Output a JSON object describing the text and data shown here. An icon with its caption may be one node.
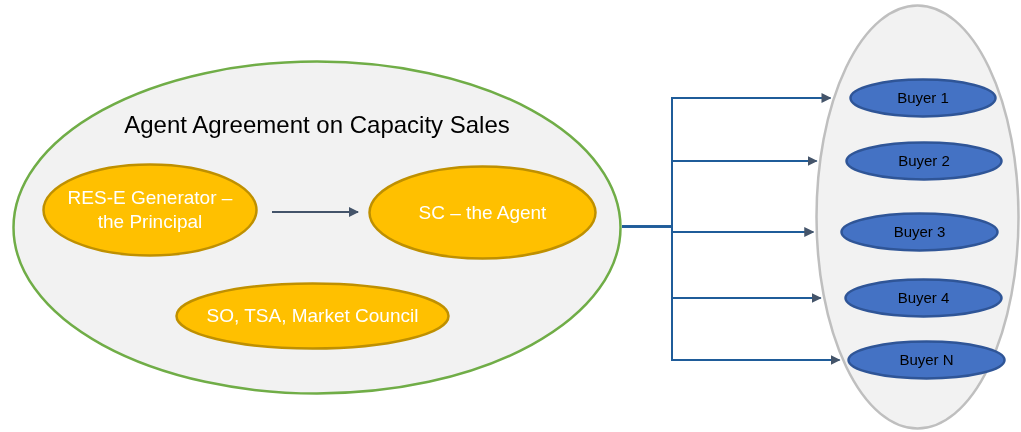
{
  "diagram": {
    "nodes": [
      {
        "text": [
          "Agent Agreement on Capacity Sales"
        ]
      },
      {
        "text": [
          "RES-E Generator – the Principal"
        ],
        "in": 0
      },
      {
        "text": [
          "SC – the Agent"
        ],
        "in": 0
      },
      {
        "text": [
          "SO, TSA, Market Council"
        ],
        "in": 0
      },
      {
        "text": [],
        "shape": "ellipse"
      },
      {
        "text": [
          "Buyer 1"
        ],
        "in": 4
      },
      {
        "text": [
          "Buyer 2"
        ],
        "in": 4
      },
      {
        "text": [
          "Buyer 3"
        ],
        "in": 4
      },
      {
        "text": [
          "Buyer 4"
        ],
        "in": 4
      },
      {
        "text": [
          "Buyer N"
        ],
        "in": 4
      }
    ],
    "edges": [
      {
        "from": 1,
        "to": 2,
        "arrow": "to"
      },
      {
        "from": 0,
        "to": 5,
        "arrow": "to"
      },
      {
        "from": 0,
        "to": 6,
        "arrow": "to"
      },
      {
        "from": 0,
        "to": 7,
        "arrow": "to"
      },
      {
        "from": 0,
        "to": 8,
        "arrow": "to"
      },
      {
        "from": 0,
        "to": 9,
        "arrow": "to"
      }
    ]
  }
}
